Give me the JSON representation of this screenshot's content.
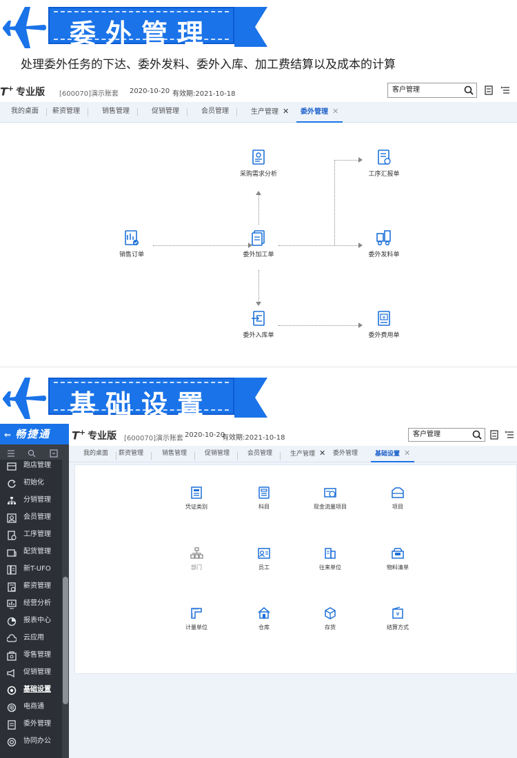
{
  "section1": {
    "banner_title": "委外管理",
    "subtitle": "处理委外任务的下达、委外发料、委外入库、加工费结算以及成本的计算"
  },
  "section2": {
    "banner_title": "基础设置"
  },
  "colors": {
    "brand_blue": "#1a73e8",
    "sidebar_bg": "#2c2f35",
    "icon_blue": "#1a6fd8"
  },
  "app1": {
    "logo": "T",
    "logo_plus": "+",
    "edition": "专业版",
    "account": "[600070]演示账套",
    "date": "2020-10-20",
    "validity": "有效期:2021-10-18",
    "search_value": "客户管理",
    "tabs": [
      {
        "label": "我的桌面"
      },
      {
        "label": "薪资管理"
      },
      {
        "label": "销售管理"
      },
      {
        "label": "促销管理"
      },
      {
        "label": "会员管理"
      },
      {
        "label": "生产管理",
        "close": "✕"
      },
      {
        "label": "委外管理",
        "close": "✕"
      }
    ]
  },
  "flow": {
    "nodes": {
      "purchase_analysis": "采购需求分析",
      "process_report": "工序汇报单",
      "sales_order": "销售订单",
      "outsource_order": "委外加工单",
      "outsource_issue": "委外发料单",
      "outsource_receipt": "委外入库单",
      "outsource_expense": "委外费用单"
    }
  },
  "app2": {
    "brand": "畅捷通",
    "logo": "T",
    "logo_plus": "+",
    "edition": "专业版",
    "account": "[600070]演示账套",
    "date": "2020-10-20",
    "validity": "有效期:2021-10-18",
    "search_value": "客户管理",
    "tabs": [
      {
        "label": "我的桌面"
      },
      {
        "label": "薪资管理"
      },
      {
        "label": "销售管理"
      },
      {
        "label": "促销管理"
      },
      {
        "label": "会员管理"
      },
      {
        "label": "生产管理",
        "close": "✕"
      },
      {
        "label": "委外管理"
      },
      {
        "label": "基础设置",
        "close": "✕"
      }
    ],
    "sidebar": [
      {
        "label": "跑店管理",
        "icon": "store-icon"
      },
      {
        "label": "初始化",
        "icon": "refresh-icon"
      },
      {
        "label": "分销管理",
        "icon": "org-icon"
      },
      {
        "label": "会员管理",
        "icon": "member-icon"
      },
      {
        "label": "工序管理",
        "icon": "process-icon"
      },
      {
        "label": "配货管理",
        "icon": "distribution-icon"
      },
      {
        "label": "新T-UFO",
        "icon": "ufo-icon"
      },
      {
        "label": "薪资管理",
        "icon": "salary-icon"
      },
      {
        "label": "经营分析",
        "icon": "analysis-icon"
      },
      {
        "label": "报表中心",
        "icon": "report-icon"
      },
      {
        "label": "云应用",
        "icon": "cloud-icon"
      },
      {
        "label": "零售管理",
        "icon": "retail-icon"
      },
      {
        "label": "促销管理",
        "icon": "promo-icon"
      },
      {
        "label": "基础设置",
        "icon": "settings-icon",
        "active": true
      },
      {
        "label": "电商通",
        "icon": "ecommerce-icon"
      },
      {
        "label": "委外管理",
        "icon": "outsource-icon"
      },
      {
        "label": "协同办公",
        "icon": "office-icon"
      }
    ],
    "grid": [
      {
        "label": "凭证类别"
      },
      {
        "label": "科目"
      },
      {
        "label": "现金流量项目"
      },
      {
        "label": "项目"
      },
      {
        "label": "部门"
      },
      {
        "label": "员工"
      },
      {
        "label": "往来单位"
      },
      {
        "label": "物料清单"
      },
      {
        "label": "计量单位"
      },
      {
        "label": "仓库"
      },
      {
        "label": "存货"
      },
      {
        "label": "结算方式"
      }
    ]
  }
}
